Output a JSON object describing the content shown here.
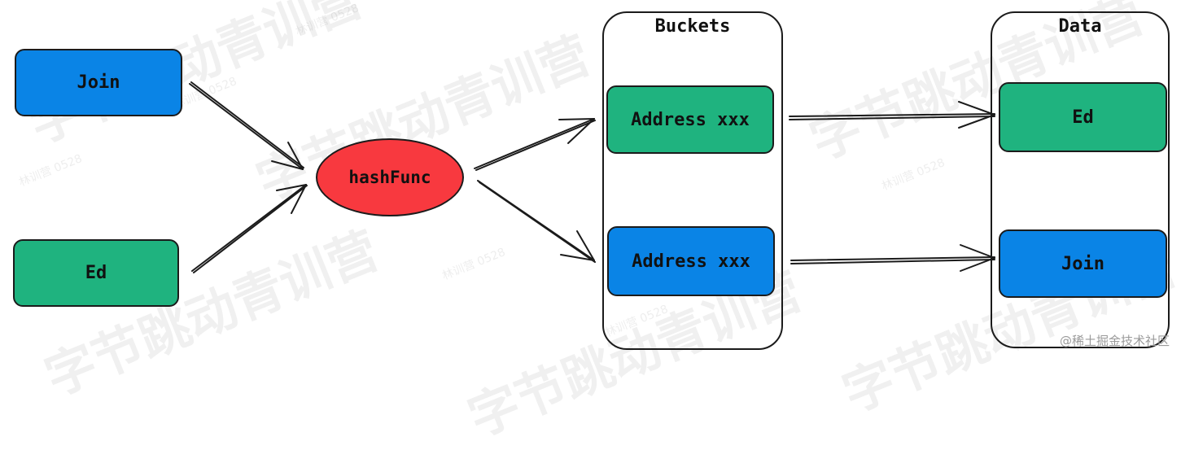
{
  "colors": {
    "blue": "#0a84e6",
    "green": "#1fb37f",
    "red": "#f8393f",
    "stroke": "#1b1b1b"
  },
  "inputs": [
    {
      "label": "Join",
      "color": "blue"
    },
    {
      "label": "Ed",
      "color": "green"
    }
  ],
  "hash": {
    "label": "hashFunc",
    "color": "red"
  },
  "buckets": {
    "title": "Buckets",
    "items": [
      {
        "label": "Address xxx",
        "color": "green"
      },
      {
        "label": "Address xxx",
        "color": "blue"
      }
    ]
  },
  "data": {
    "title": "Data",
    "items": [
      {
        "label": "Ed",
        "color": "green"
      },
      {
        "label": "Join",
        "color": "blue"
      }
    ]
  },
  "watermark": {
    "text": "字节跳动青训营",
    "tag": "林训营 0528"
  },
  "credit": "@稀土掘金技术社区"
}
